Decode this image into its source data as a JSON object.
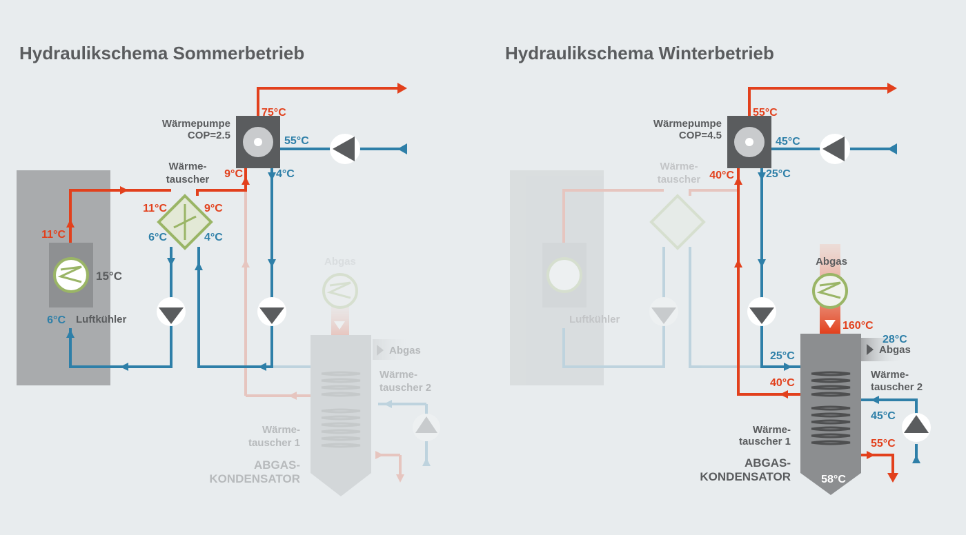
{
  "colors": {
    "hot": "#e2401c",
    "cold": "#2e7fa8",
    "gray": "#5a5c5e",
    "green": "#9ab566",
    "background": "#e8ecee"
  },
  "summer": {
    "title": "Hydraulikschema Sommerbetrieb",
    "heat_pump_label_1": "Wärmepumpe",
    "heat_pump_label_2": "COP=2.5",
    "hp_out_hot": "75°C",
    "hp_in_cold": "55°C",
    "hp_in_hot": "9°C",
    "hp_out_cold": "4°C",
    "hx_label_1": "Wärme-",
    "hx_label_2": "tauscher",
    "hx_in_hot": "11°C",
    "hx_out_hot": "9°C",
    "hx_out_cold": "6°C",
    "hx_in_cold": "4°C",
    "aircooler_out_hot": "11°C",
    "aircooler_temp": "15°C",
    "aircooler_in_cold": "6°C",
    "aircooler_label": "Luftkühler",
    "exhaust_in": "Abgas",
    "exhaust_out": "Abgas",
    "hx2_label_1": "Wärme-",
    "hx2_label_2": "tauscher 2",
    "hx1_label_1": "Wärme-",
    "hx1_label_2": "tauscher 1",
    "condenser_1": "ABGAS-",
    "condenser_2": "KONDENSATOR"
  },
  "winter": {
    "title": "Hydraulikschema Winterbetrieb",
    "heat_pump_label_1": "Wärmepumpe",
    "heat_pump_label_2": "COP=4.5",
    "hp_out_hot": "55°C",
    "hp_in_cold": "45°C",
    "hp_in_hot": "40°C",
    "hp_out_cold": "25°C",
    "hx_label_1": "Wärme-",
    "hx_label_2": "tauscher",
    "aircooler_label": "Luftkühler",
    "exhaust_in": "Abgas",
    "exhaust_temp": "160°C",
    "exhaust_out_temp": "28°C",
    "exhaust_out": "Abgas",
    "cond_in_cold": "25°C",
    "cond_out_hot": "40°C",
    "hx2_label_1": "Wärme-",
    "hx2_label_2": "tauscher 2",
    "hx2_in_cold": "45°C",
    "hx1_label_1": "Wärme-",
    "hx1_label_2": "tauscher 1",
    "hx1_out_hot": "55°C",
    "condenser_1": "ABGAS-",
    "condenser_2": "KONDENSATOR",
    "condenser_temp": "58°C"
  }
}
